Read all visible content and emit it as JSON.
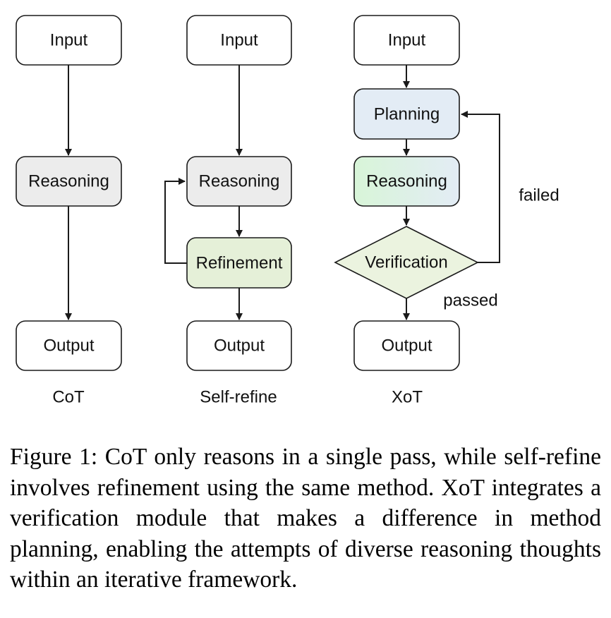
{
  "columns": {
    "cot": {
      "title": "CoT",
      "input": "Input",
      "reasoning": "Reasoning",
      "output": "Output"
    },
    "self_refine": {
      "title": "Self-refine",
      "input": "Input",
      "reasoning": "Reasoning",
      "refinement": "Refinement",
      "output": "Output"
    },
    "xot": {
      "title": "XoT",
      "input": "Input",
      "planning": "Planning",
      "reasoning": "Reasoning",
      "verification": "Verification",
      "output": "Output",
      "failed_label": "failed",
      "passed_label": "passed"
    }
  },
  "colors": {
    "gray_fill": "#ececec",
    "green_fill": "#e5f0d8",
    "blue_fill": "#e3ecf5",
    "reasoning_gradient_start": "#d8f5d8",
    "reasoning_gradient_end": "#e3ecf5",
    "diamond_fill": "#ebf3df",
    "stroke": "#1a1a1a"
  },
  "caption": "Figure 1: CoT only reasons in a single pass, while self-refine involves refinement using the same method. XoT integrates a verification module that makes a difference in method planning, enabling the attempts of diverse reasoning thoughts within an iterative framework."
}
